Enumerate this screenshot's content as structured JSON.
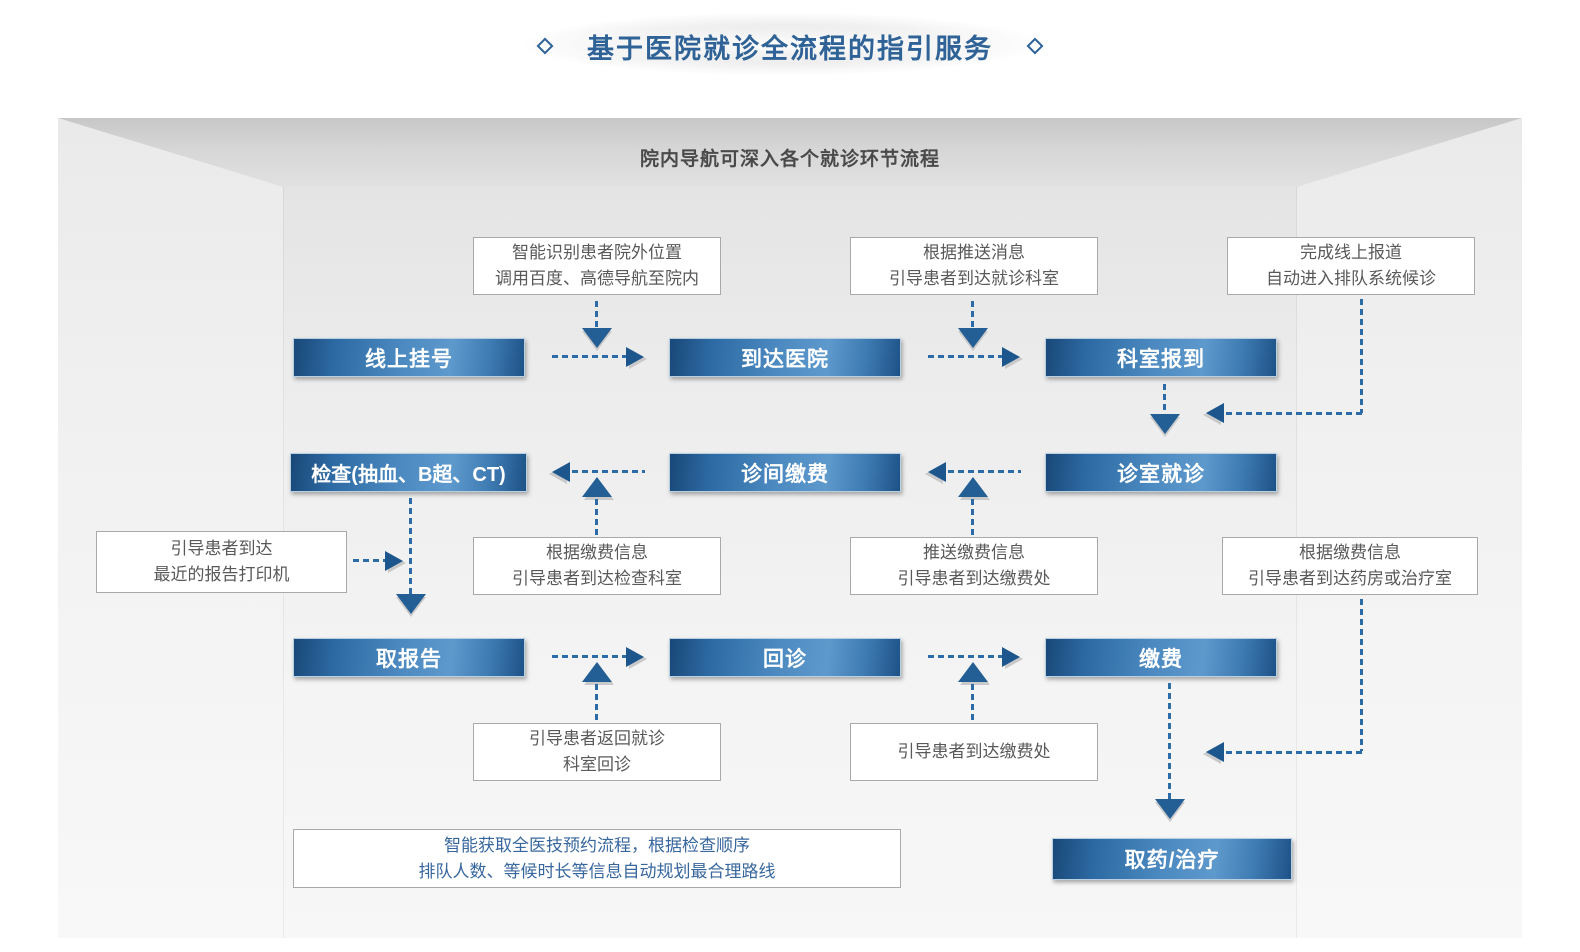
{
  "title": {
    "text": "基于医院就诊全流程的指引服务"
  },
  "panel": {
    "subtitle": "院内导航可深入各个就诊环节流程"
  },
  "nodes": {
    "online_register": "线上挂号",
    "arrive_hospital": "到达医院",
    "dept_checkin": "科室报到",
    "exam": "检查(抽血、B超、CT)",
    "interclinic_pay": "诊间缴费",
    "clinic_visit": "诊室就诊",
    "get_report": "取报告",
    "return_visit": "回诊",
    "pay": "缴费",
    "medicine_treatment": "取药/治疗"
  },
  "annotations": {
    "outside_location": {
      "lines": [
        "智能识别患者院外位置",
        "调用百度、高德导航至院内"
      ]
    },
    "push_message": {
      "lines": [
        "根据推送消息",
        "引导患者到达就诊科室"
      ]
    },
    "online_checkin": {
      "lines": [
        "完成线上报道",
        "自动进入排队系统候诊"
      ]
    },
    "report_printer": {
      "lines": [
        "引导患者到达",
        "最近的报告打印机"
      ]
    },
    "exam_dept_guide": {
      "lines": [
        "根据缴费信息",
        "引导患者到达检查科室"
      ]
    },
    "push_pay_info": {
      "lines": [
        "推送缴费信息",
        "引导患者到达缴费处"
      ]
    },
    "pharmacy_guide": {
      "lines": [
        "根据缴费信息",
        "引导患者到达药房或治疗室"
      ]
    },
    "return_clinic": {
      "lines": [
        "引导患者返回就诊",
        "科室回诊"
      ]
    },
    "pay_office_guide": {
      "lines": [
        "引导患者到达缴费处"
      ]
    },
    "smart_route": {
      "lines": [
        "智能获取全医技预约流程，根据检查顺序",
        "排队人数、等候时长等信息自动规划最合理路线"
      ]
    }
  },
  "colors": {
    "title_blue": "#2f6296",
    "node_gradient_dark": "#194878",
    "node_gradient_light": "#5e99cc",
    "connector_blue": "#2d6ba7",
    "arrowhead_blue": "#235e95",
    "note_text": "#595959",
    "note_text_blue": "#38679e",
    "subtitle_gray": "#4a4a4a",
    "ceiling_gray": "#c7c7c7"
  }
}
